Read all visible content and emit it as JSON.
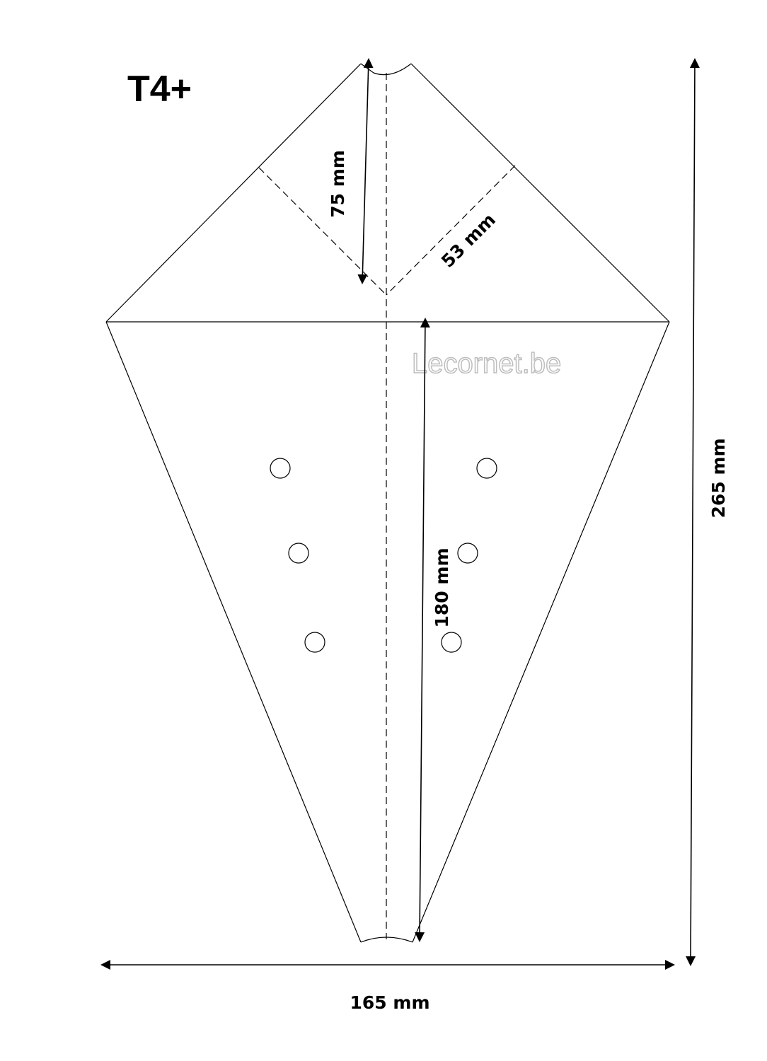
{
  "title": "T4+",
  "watermark": "Lecornet.be",
  "dimensions": {
    "top_flap_height": "75 mm",
    "top_flap_side": "53 mm",
    "cone_height": "180 mm",
    "total_height": "265 mm",
    "total_width": "165 mm"
  },
  "holes": {
    "left_count": 3,
    "right_count": 3
  }
}
